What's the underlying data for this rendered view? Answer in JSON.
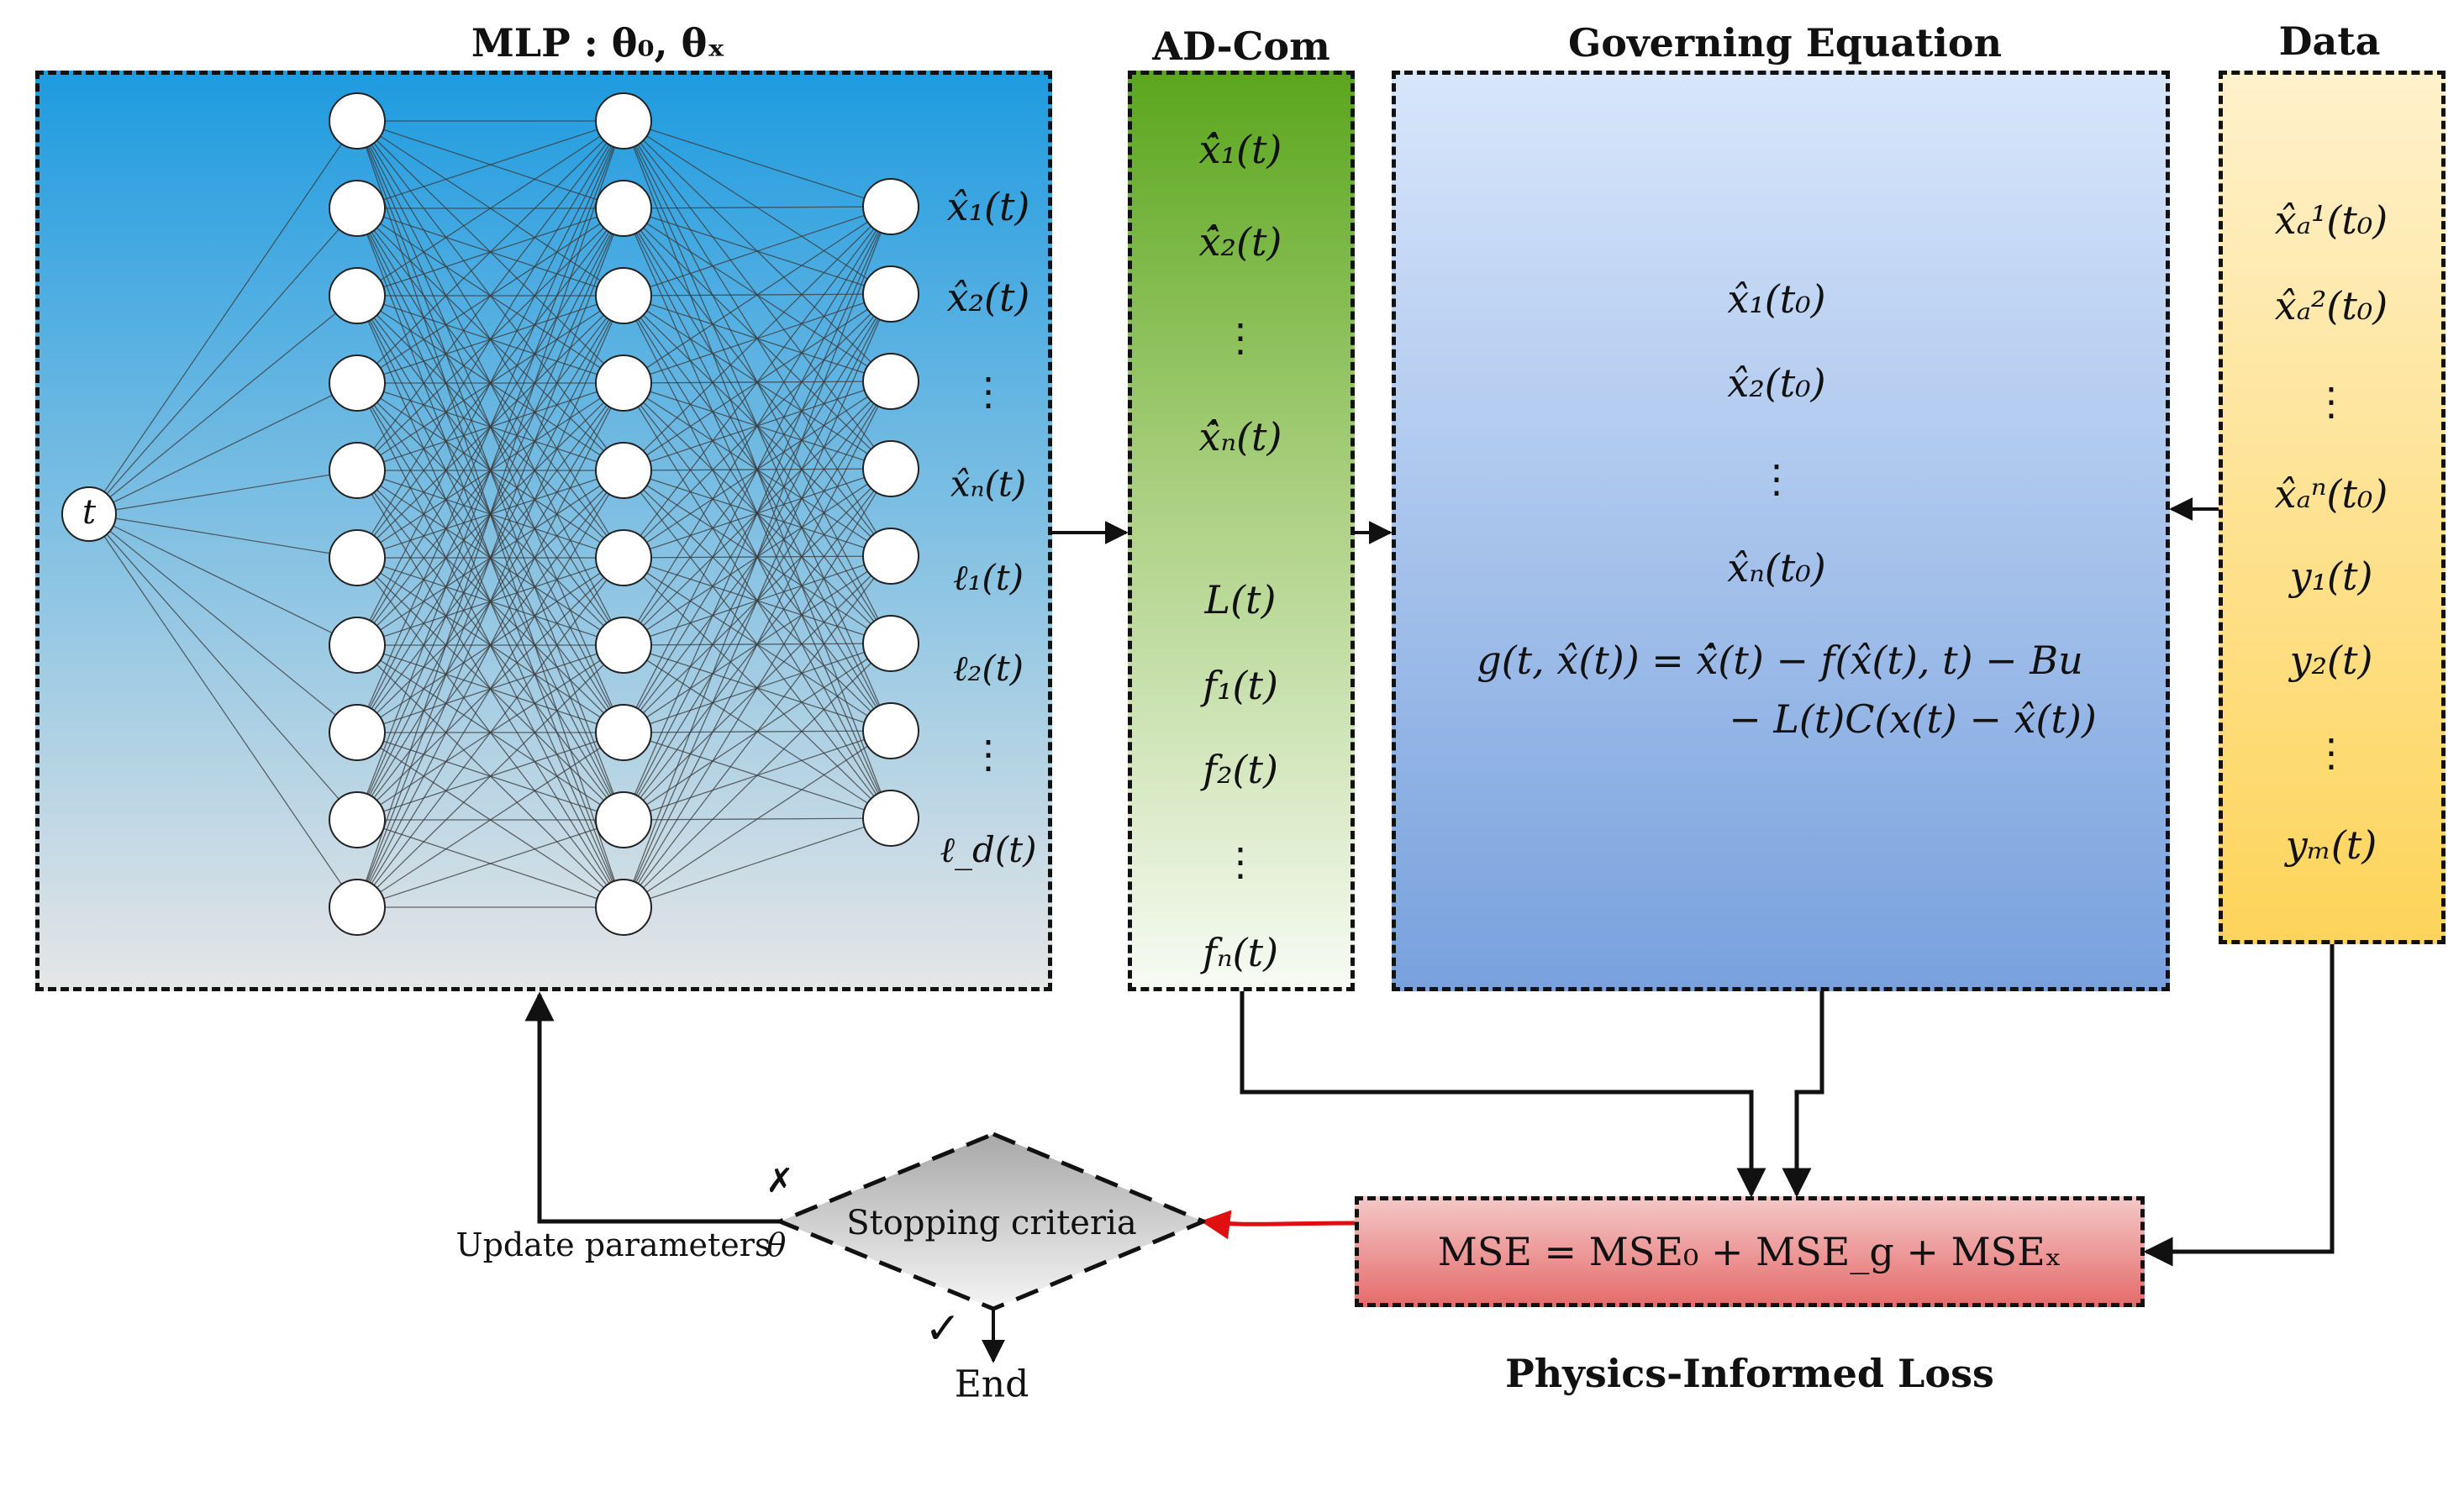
{
  "titles": {
    "mlp": "MLP : θ₀, θₓ",
    "adcom": "AD-Com",
    "governing": "Governing Equation",
    "data": "Data",
    "loss": "Physics-Informed Loss"
  },
  "mlp": {
    "input_label": "t",
    "output_labels": [
      "x̂₁(t)",
      "x̂₂(t)",
      "⋮",
      "x̂ₙ(t)",
      "ℓ₁(t)",
      "ℓ₂(t)",
      "⋮",
      "ℓ_d(t)"
    ]
  },
  "adcom": {
    "items": [
      "x̂̇₁(t)",
      "x̂̇₂(t)",
      "⋮",
      "x̂̇ₙ(t)",
      "L(t)",
      "f₁(t)",
      "f₂(t)",
      "⋮",
      "fₙ(t)"
    ]
  },
  "governing": {
    "items": [
      "x̂₁(t₀)",
      "x̂₂(t₀)",
      "⋮",
      "x̂ₙ(t₀)"
    ],
    "equation_line1": "g(t, x̂(t)) = x̂̇(t) − f(x̂(t), t) − Bu",
    "equation_line2": "− L(t)C(x(t) − x̂(t))"
  },
  "data": {
    "items": [
      "x̂ₐ¹(t₀)",
      "x̂ₐ²(t₀)",
      "⋮",
      "x̂ₐⁿ(t₀)",
      "y₁(t)",
      "y₂(t)",
      "⋮",
      "yₘ(t)"
    ]
  },
  "loss": {
    "formula": "MSE = MSE₀ + MSE_g + MSEₓ"
  },
  "decision": {
    "label": "Stopping criteria",
    "no_symbol": "✗",
    "yes_symbol": "✓",
    "update_label": "Update parameters",
    "theta_label": "θ",
    "end_label": "End"
  },
  "colors": {
    "mlp_top": "#1e9be0",
    "mlp_bottom": "#e6e6e6",
    "adcom_top": "#5aa61c",
    "adcom_bottom": "#f8fbf4",
    "governing_top": "#d8e6fb",
    "governing_bottom": "#78a1dd",
    "data_top": "#fff1cc",
    "data_bottom": "#fdd45a",
    "loss_top": "#f5c9c9",
    "loss_bottom": "#e56a6a",
    "decision_top": "#a8a8a8",
    "decision_bottom": "#f5f5f5",
    "red_arrow": "#e01010"
  }
}
